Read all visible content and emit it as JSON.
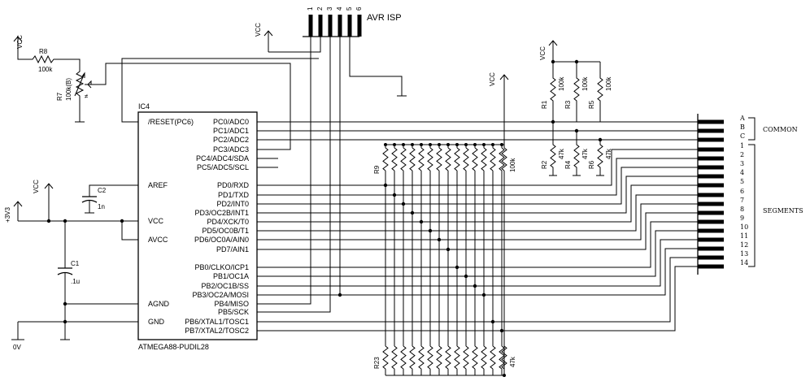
{
  "ic": {
    "ref": "IC4",
    "part": "ATMEGA88-PUDIL28",
    "left_pins": [
      "/RESET(PC6)",
      "AREF",
      "VCC",
      "AVCC",
      "AGND",
      "GND"
    ],
    "right_pins": [
      "PC0/ADC0",
      "PC1/ADC1",
      "PC2/ADC2",
      "PC3/ADC3",
      "PC4/ADC4/SDA",
      "PC5/ADC5/SCL",
      "PD0/RXD",
      "PD1/TXD",
      "PD2/INT0",
      "PD3/OC2B/INT1",
      "PD4/XCK/T0",
      "PD5/OC0B/T1",
      "PD6/OC0A/AIN0",
      "PD7/AIN1",
      "PB0/CLKO/ICP1",
      "PB1/OC1A",
      "PB2/OC1B/SS",
      "PB3/OC2A/MOSI",
      "PB4/MISO",
      "PB5/SCK",
      "PB6/XTAL1/TOSC1",
      "PB7/XTAL2/TOSC2"
    ]
  },
  "isp": {
    "label": "AVR ISP",
    "pins": [
      "1",
      "2",
      "3",
      "4",
      "5",
      "6"
    ]
  },
  "power": {
    "vcc": "VCC",
    "v33": "+3V3",
    "gnd": "0V"
  },
  "parts": {
    "r8": "R8",
    "r8_val": "100k",
    "r7": "R7",
    "r7_val": "100k(B)",
    "c2": "C2",
    "c2_val": "1n",
    "c1": "C1",
    "c1_val": ".1u",
    "r1": "R1",
    "r2": "R2",
    "r3": "R3",
    "r4": "R4",
    "r5": "R5",
    "r6": "R6",
    "r1_val": "100k",
    "r3_val": "100k",
    "r5_val": "100k",
    "r2_val": "47k",
    "r4_val": "47k",
    "r6_val": "47k",
    "r9": "R9",
    "r9_val": "100k",
    "r23": "R23",
    "r23_val": "47k"
  },
  "display": {
    "common_letters": [
      "A",
      "B",
      "C"
    ],
    "common_label": "COMMON",
    "segment_numbers": [
      "1",
      "2",
      "3",
      "4",
      "5",
      "6",
      "7",
      "8",
      "9",
      "10",
      "11",
      "12",
      "13",
      "14"
    ],
    "segments_label": "SEGMENTS"
  }
}
